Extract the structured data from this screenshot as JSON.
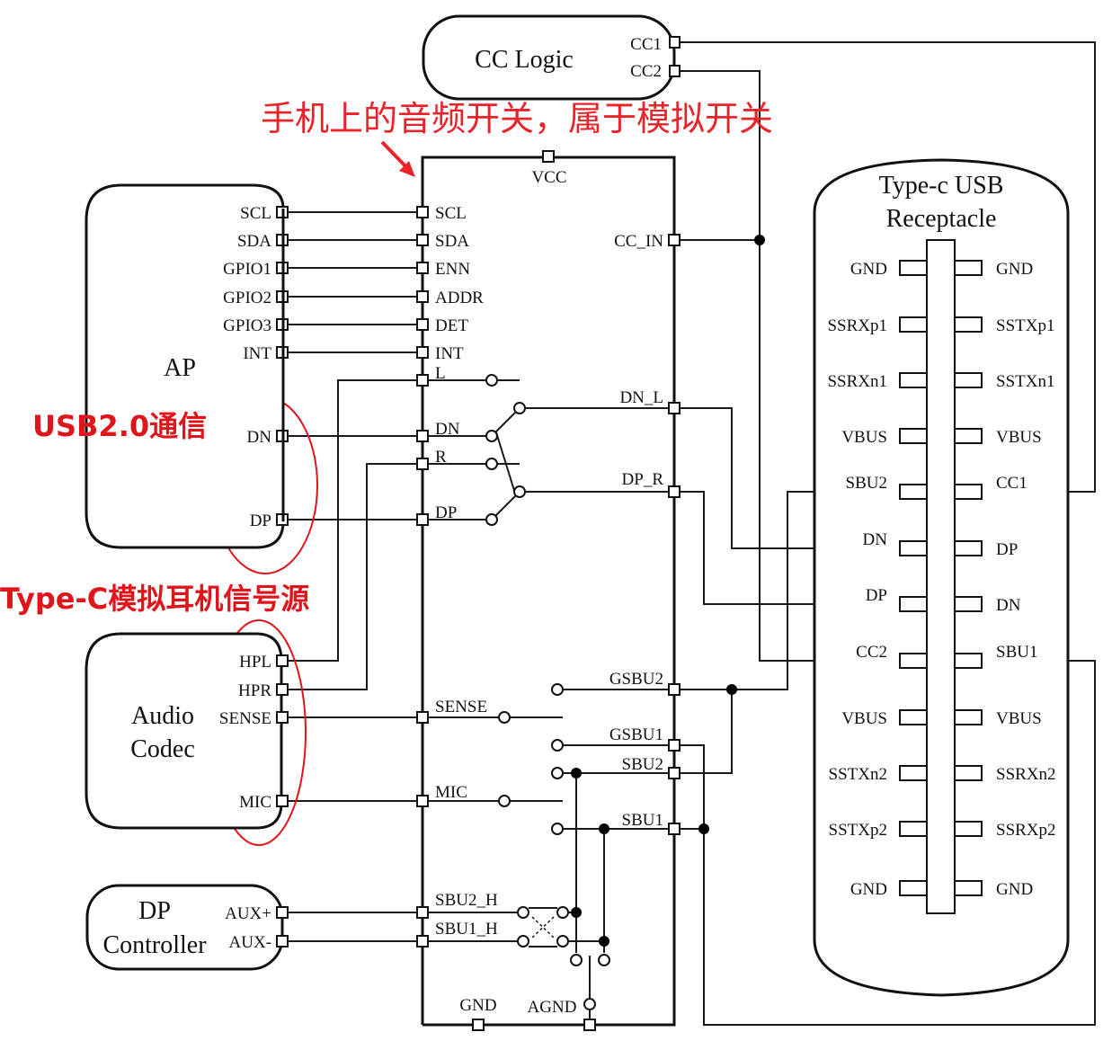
{
  "annotations": {
    "switch_note": "手机上的音频开关，属于模拟开关",
    "usb_note": "USB2.0通信",
    "headset_note": "Type-C模拟耳机信号源",
    "accent_color": "#e0151c"
  },
  "cc_logic": {
    "title": "CC Logic",
    "pins": [
      "CC1",
      "CC2"
    ]
  },
  "ap": {
    "title": "AP",
    "pins": [
      "SCL",
      "SDA",
      "GPIO1",
      "GPIO2",
      "GPIO3",
      "INT",
      "DN",
      "DP"
    ]
  },
  "audio_codec": {
    "title_line1": "Audio",
    "title_line2": "Codec",
    "pins": [
      "HPL",
      "HPR",
      "SENSE",
      "MIC"
    ]
  },
  "dp_controller": {
    "title_line1": "DP",
    "title_line2": "Controller",
    "pins": [
      "AUX+",
      "AUX-"
    ]
  },
  "switch_ic": {
    "top_pin": "VCC",
    "left_pins": [
      "SCL",
      "SDA",
      "ENN",
      "ADDR",
      "DET",
      "INT",
      "L",
      "DN",
      "R",
      "DP",
      "SENSE",
      "MIC",
      "SBU2_H",
      "SBU1_H"
    ],
    "right_pins": [
      "CC_IN",
      "DN_L",
      "DP_R",
      "GSBU2",
      "GSBU1",
      "SBU2",
      "SBU1"
    ],
    "bottom_pins": [
      "GND",
      "AGND"
    ]
  },
  "receptacle": {
    "title_line1": "Type-c USB",
    "title_line2": "Receptacle",
    "left_pins": [
      "GND",
      "SSRXp1",
      "SSRXn1",
      "VBUS",
      "SBU2",
      "DN",
      "DP",
      "CC2",
      "VBUS",
      "SSTXn2",
      "SSTXp2",
      "GND"
    ],
    "right_pins": [
      "GND",
      "SSTXp1",
      "SSTXn1",
      "VBUS",
      "CC1",
      "DP",
      "DN",
      "SBU1",
      "VBUS",
      "SSRXn2",
      "SSRXp2",
      "GND"
    ]
  }
}
